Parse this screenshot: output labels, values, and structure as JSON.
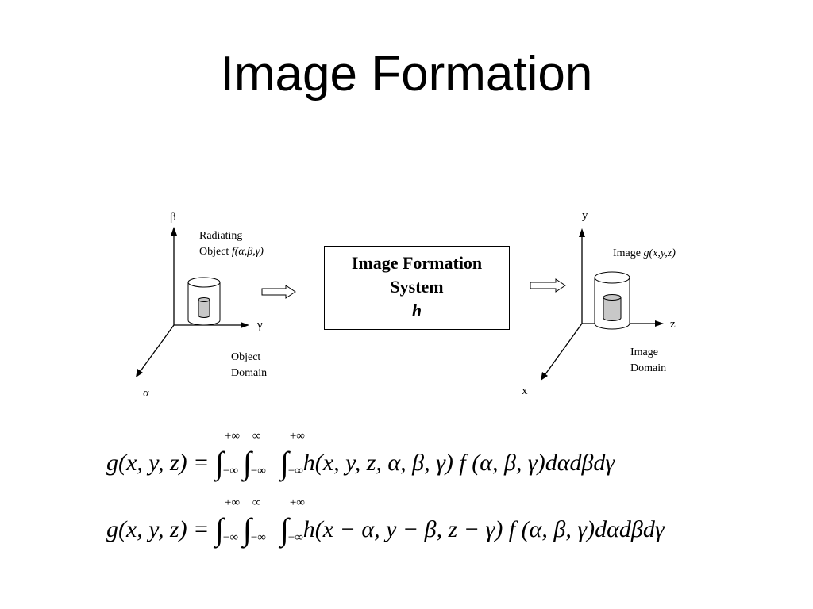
{
  "slide": {
    "title": "Image Formation"
  },
  "object_side": {
    "axis_vertical": "β",
    "axis_horizontal": "γ",
    "axis_diagonal": "α",
    "object_label_line1": "Radiating",
    "object_label_line2_prefix": "Object ",
    "object_label_function": "f(α,β,γ)",
    "domain_line1": "Object",
    "domain_line2": "Domain"
  },
  "system_box": {
    "line1": "Image Formation",
    "line2": "System",
    "line3": "h"
  },
  "image_side": {
    "axis_vertical": "y",
    "axis_horizontal": "z",
    "axis_diagonal": "x",
    "image_label_prefix": "Image ",
    "image_label_function": "g(x,y,z)",
    "domain_line1": "Image",
    "domain_line2": "Domain"
  },
  "equations": {
    "eq1_lhs": "g(x, y, z) = ",
    "eq1_integrand": "h(x, y, z, α, β, γ) f (α, β, γ)dαdβdγ",
    "eq2_lhs": "g(x, y, z) = ",
    "eq2_integrand": "h(x − α, y − β, z − γ) f (α, β, γ)dαdβdγ",
    "upper_limit_1": "+∞",
    "upper_limit_2": "∞",
    "upper_limit_3": "+∞",
    "lower_limit": "−∞",
    "integral_sign": "∫"
  },
  "colors": {
    "cylinder_inner_fill": "#c8c8c8",
    "stroke": "#000000"
  }
}
